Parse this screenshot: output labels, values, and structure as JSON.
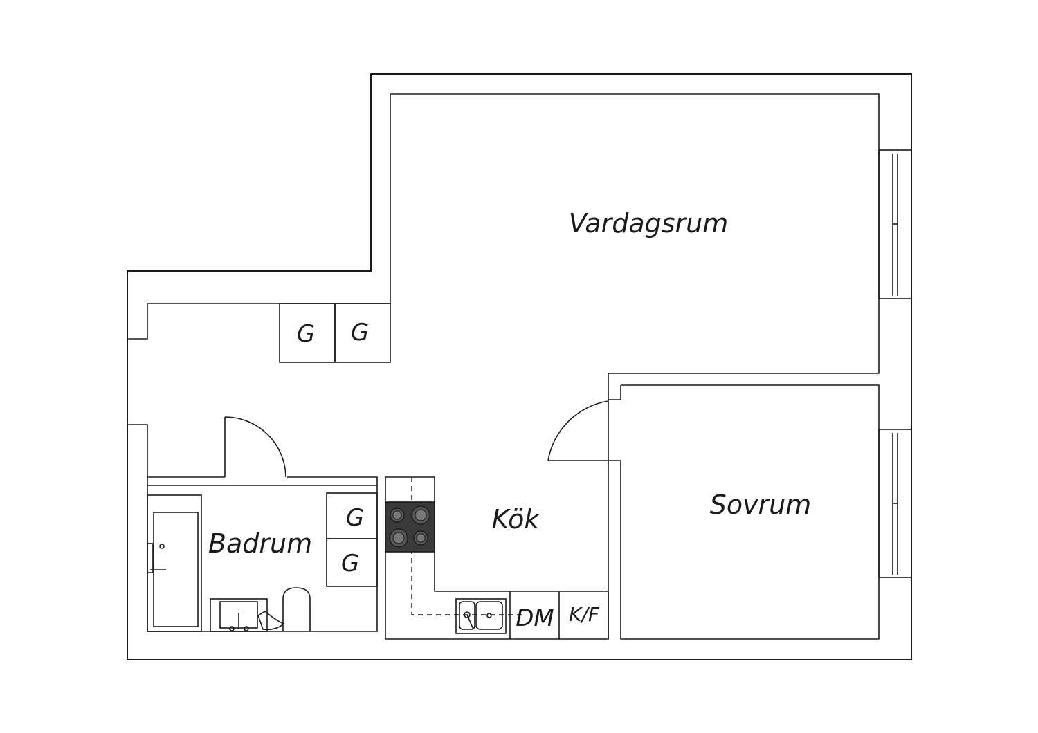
{
  "rooms": {
    "vardagsrum": "Vardagsrum",
    "sovrum": "Sovrum",
    "kok": "Kök",
    "badrum": "Badrum"
  },
  "fixtures": {
    "closet_1": "G",
    "closet_2": "G",
    "closet_3": "G",
    "closet_4": "G",
    "dishwasher": "DM",
    "fridge_freezer": "K/F"
  },
  "colors": {
    "line": "#1a1a1a",
    "background": "#ffffff",
    "stove": "#3a3a3a"
  }
}
